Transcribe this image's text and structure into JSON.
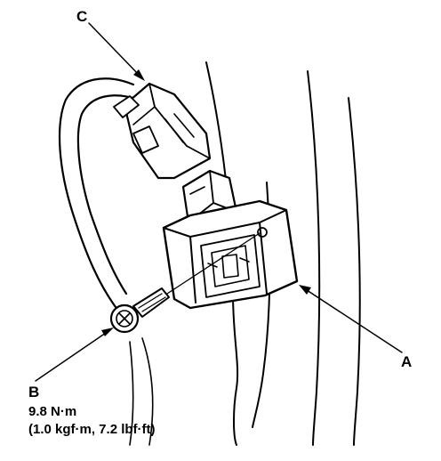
{
  "callouts": {
    "a": "A",
    "b": "B",
    "c": "C"
  },
  "torque": {
    "nm": "9.8 N·m",
    "imperial": "(1.0 kgf·m, 7.2 lbf·ft)"
  },
  "colors": {
    "ink": "#000000",
    "paper": "#ffffff"
  }
}
